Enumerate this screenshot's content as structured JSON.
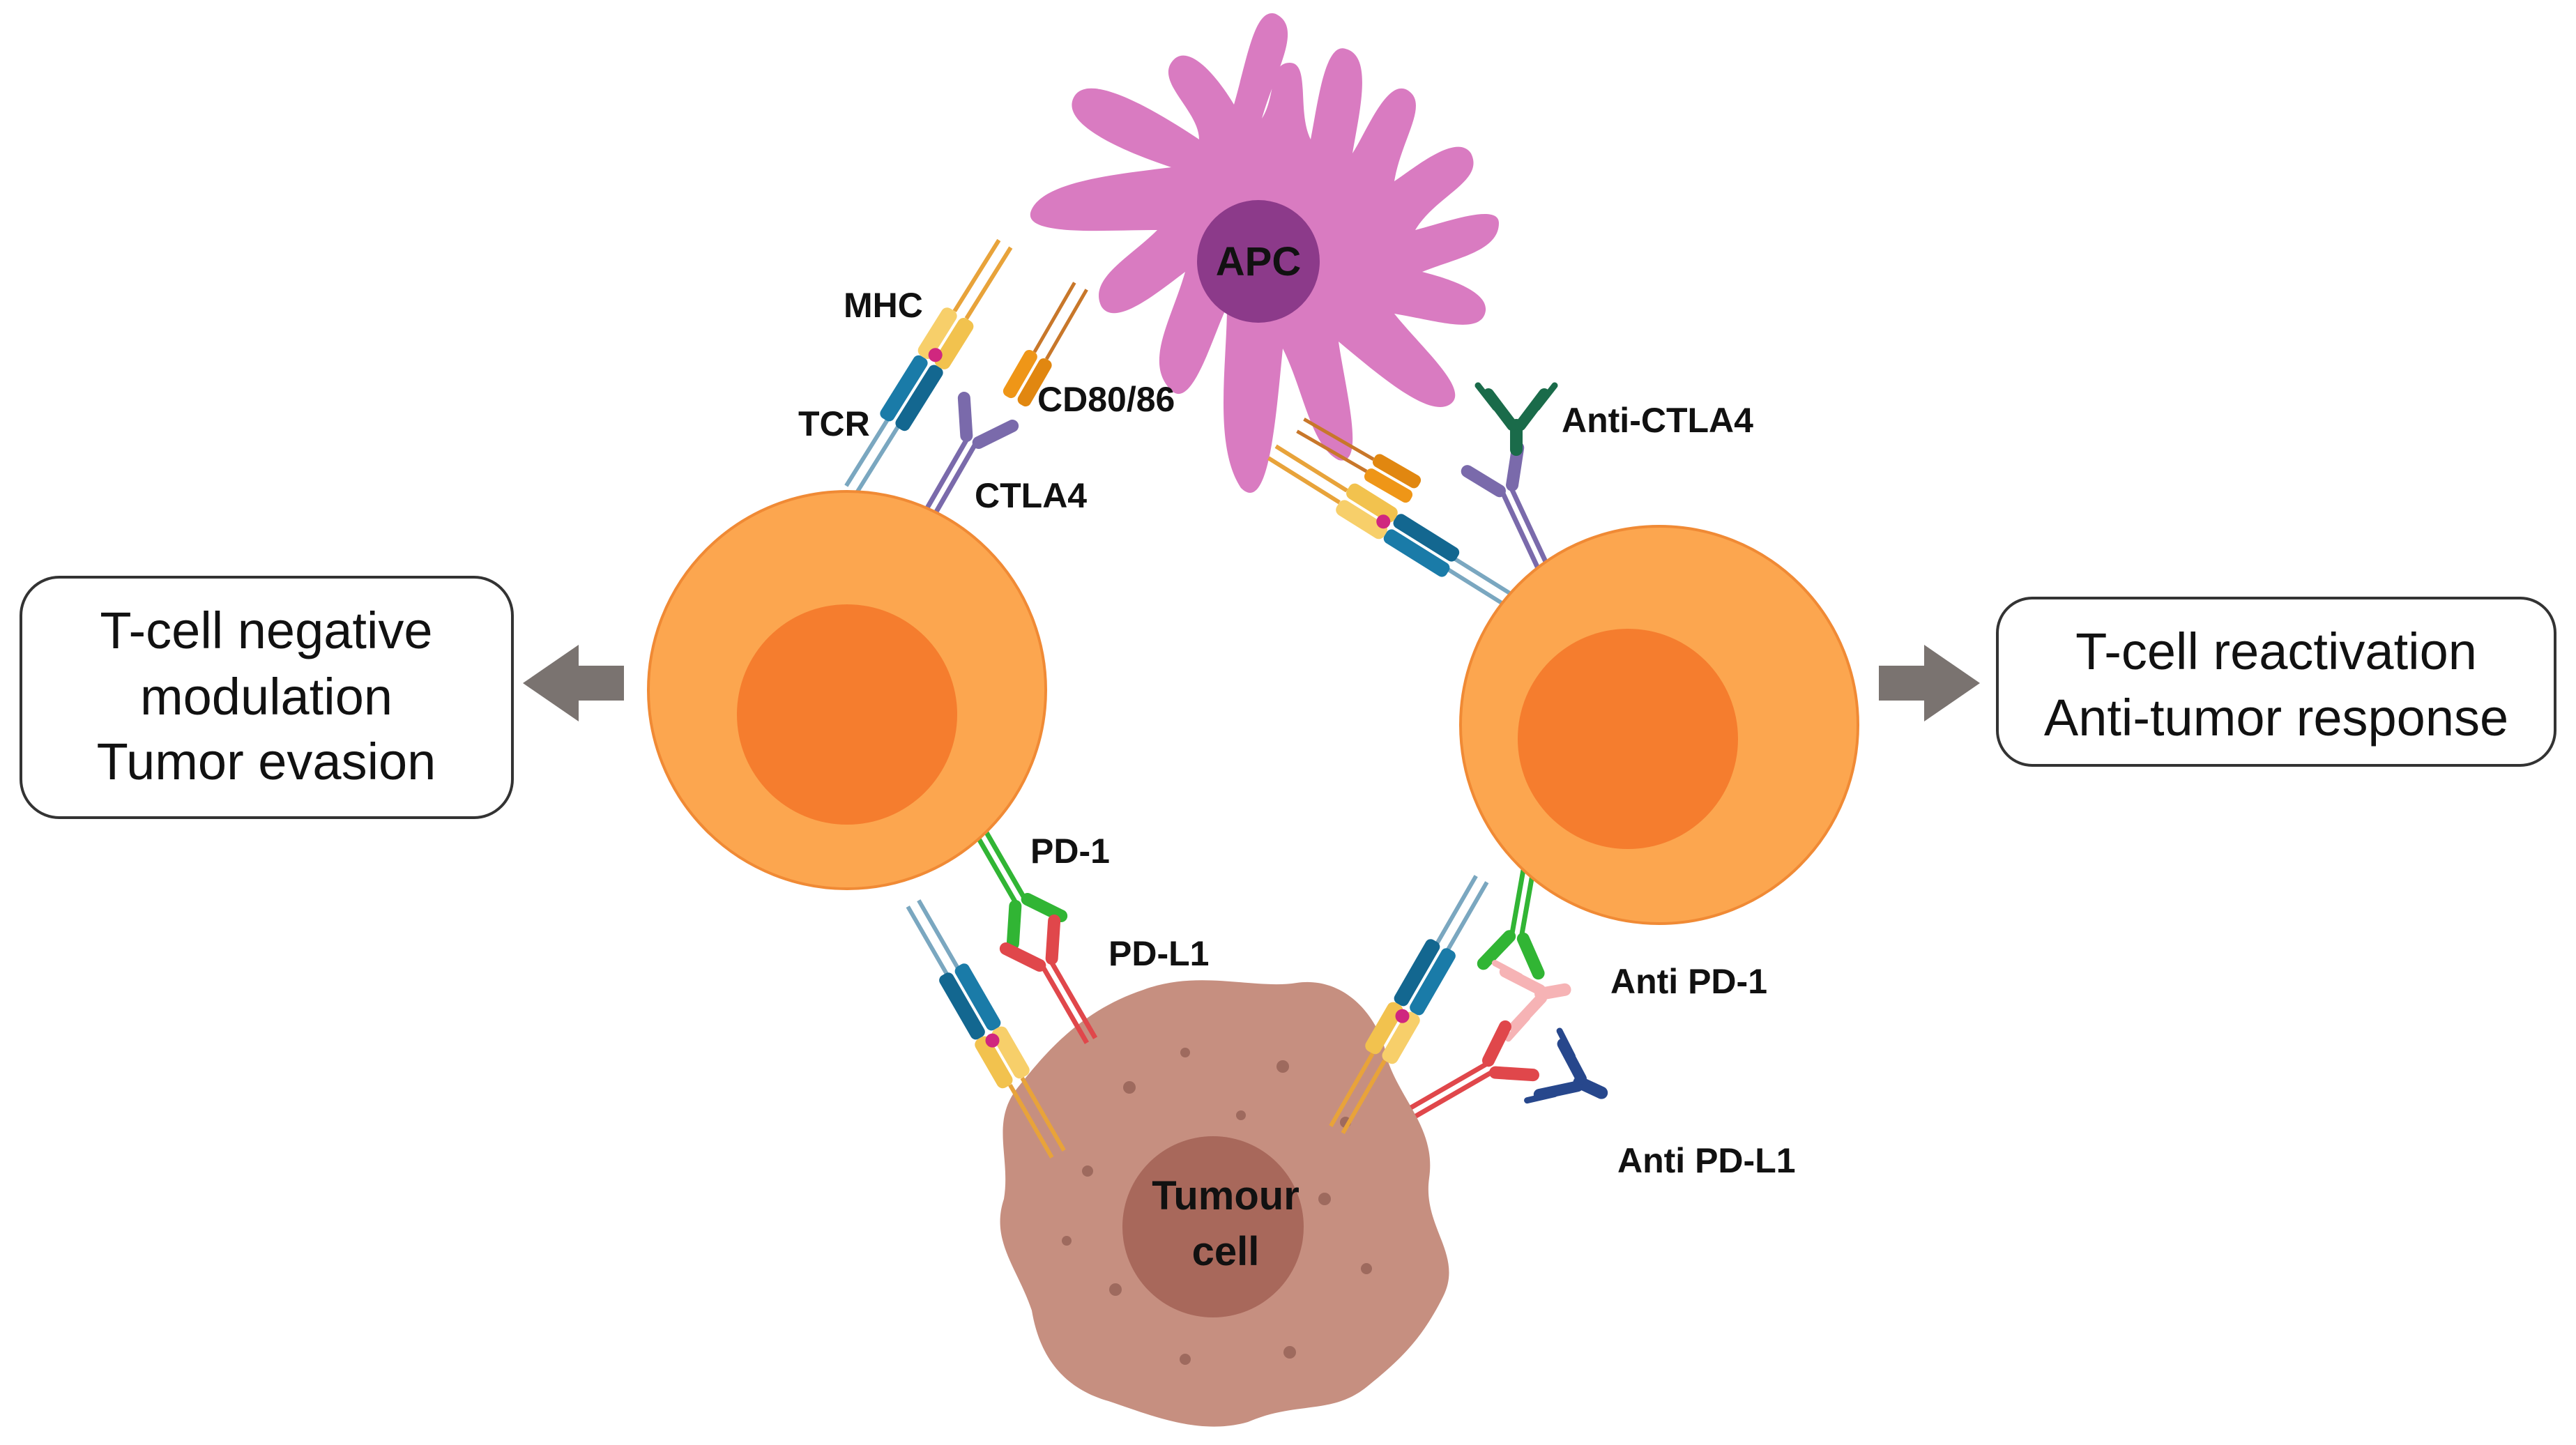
{
  "cells": {
    "apc": "APC",
    "tumour_line1": "Tumour",
    "tumour_line2": "cell"
  },
  "labels": {
    "mhc": "MHC",
    "tcr": "TCR",
    "cd80_86": "CD80/86",
    "ctla4": "CTLA4",
    "anti_ctla4": "Anti-CTLA4",
    "pd1": "PD-1",
    "pdl1": "PD-L1",
    "anti_pd1": "Anti PD-1",
    "anti_pdl1": "Anti PD-L1"
  },
  "left_box": {
    "line1": "T-cell negative",
    "line2": "modulation",
    "line3": "Tumor evasion"
  },
  "right_box": {
    "line1": "T-cell reactivation",
    "line2": "Anti-tumor response"
  },
  "colors": {
    "apc": "#d97bc1",
    "apc_nucleus": "#8c3a8a",
    "tcell": "#fca64f",
    "tcell_nucleus": "#f57d2e",
    "tumour": "#c68f80",
    "tumour_nucleus": "#a8685b",
    "tcr": "#1a7ba8",
    "mhc": "#f7cf6a",
    "cd80": "#ef9617",
    "ctla4": "#7a6aab",
    "pd1": "#31b534",
    "pdl1": "#e0474b",
    "anti_ctla4": "#1a6b4a",
    "anti_pd1": "#f6b3b5",
    "anti_pdl1": "#27478c",
    "arrow": "#7a7370"
  }
}
